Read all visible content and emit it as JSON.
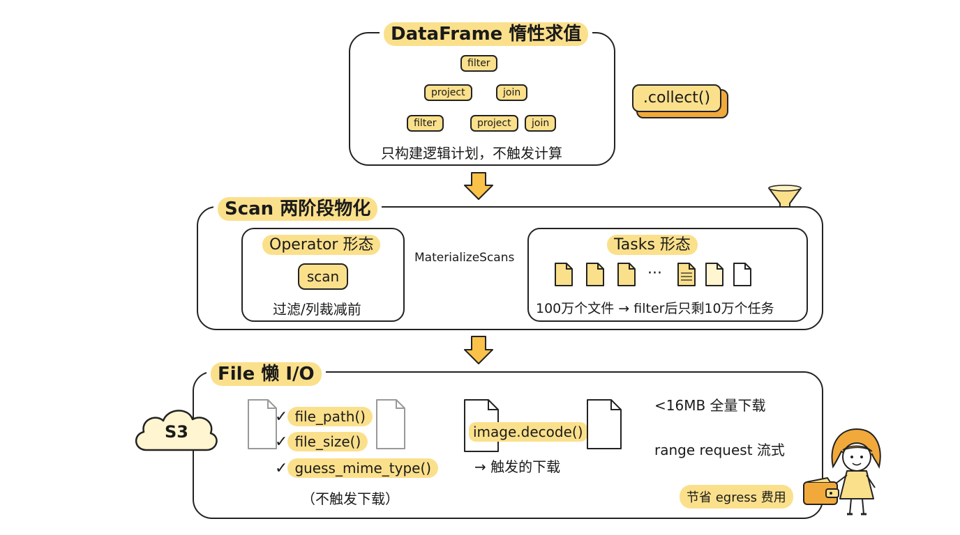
{
  "panel1": {
    "title": "DataFrame 惰性求值",
    "tree": {
      "root": "filter",
      "left": "project",
      "right": "join",
      "ll": "filter",
      "rl": "project",
      "rr": "join"
    },
    "caption": "只构建逻辑计划，不触发计算"
  },
  "collect_label": ".collect()",
  "panel2": {
    "title": "Scan 两阶段物化",
    "operator": {
      "title": "Operator 形态",
      "scan": "scan",
      "caption": "过滤/列裁减前"
    },
    "arrow_label": "MaterializeScans",
    "tasks": {
      "title": "Tasks 形态",
      "ellipsis": "···",
      "caption": "100万个文件 → filter后只剩10万个任务"
    }
  },
  "panel3": {
    "title": "File 懒 I/O",
    "s3": "S3",
    "checks": [
      "file_path()",
      "file_size()",
      "guess_mime_type()"
    ],
    "no_download": "（不触发下载）",
    "decode": "image.decode()",
    "trigger": "→ 触发的下载",
    "small": "<16MB 全量下载",
    "range": "range request 流式",
    "save": "节省 egress 费用"
  },
  "colors": {
    "accent": "#fbe08c",
    "arrow": "#f2a93b",
    "ink": "#222222"
  },
  "icons": [
    "funnel-icon",
    "cloud-icon",
    "wallet-icon",
    "girl-figure-icon",
    "document-icon",
    "checkmark-icon",
    "down-arrow-icon"
  ]
}
